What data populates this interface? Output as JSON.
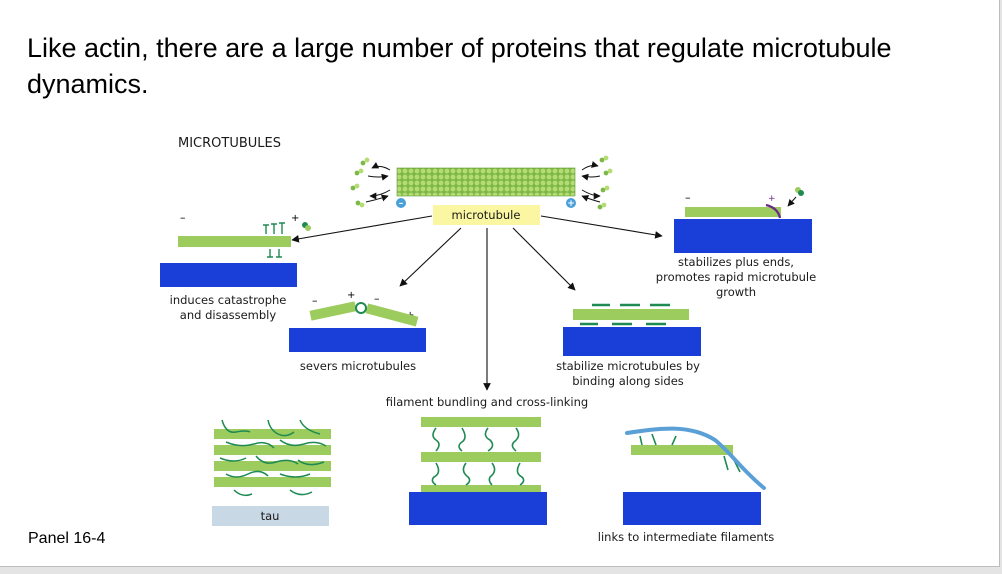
{
  "slide": {
    "title": "Like actin, there are a large number of proteins that regulate microtubule dynamics.",
    "panel_label": "Panel 16-4"
  },
  "diagram": {
    "header": "MICROTUBULES",
    "center_label": "microtubule",
    "labels": {
      "catastrophe": [
        "induces catastrophe",
        "and disassembly"
      ],
      "sever": "severs microtubules",
      "bundling": "filament bundling and cross-linking",
      "stabilize_sides": [
        "stabilize microtubules by",
        "binding along sides"
      ],
      "plus_ends": [
        "stabilizes plus ends,",
        "promotes rapid microtubule",
        "growth"
      ],
      "tau": "tau",
      "intermediate": "links to intermediate filaments"
    },
    "symbols": {
      "minus": "–",
      "plus": "+"
    },
    "colors": {
      "microtubule": "#9dcc5e",
      "membrane": "#1a3ed8",
      "protein": "#1f8a52",
      "center_label_bg": "#fbf6a2",
      "tau_bar": "#c8d8e4",
      "intermediate_filament": "#5aa0d6",
      "minus_end": "#4aa0d8",
      "plus_end_protein": "#6a2a8a"
    }
  }
}
